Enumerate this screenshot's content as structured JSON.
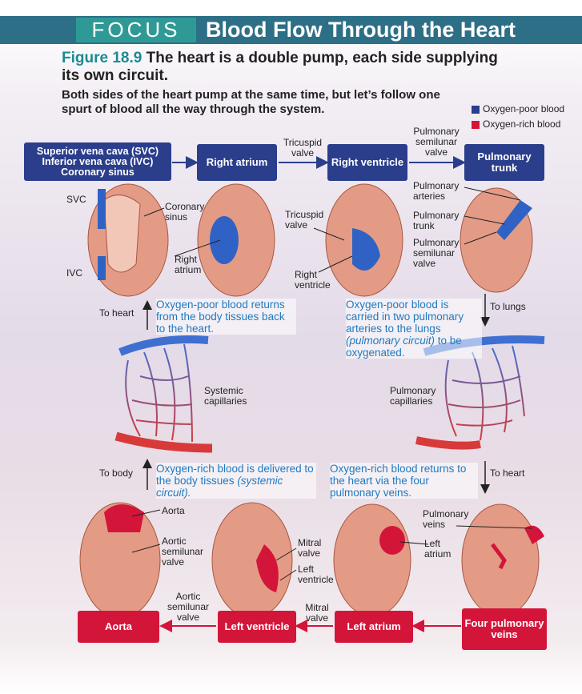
{
  "header": {
    "focus": "FOCUS",
    "title": "Blood Flow Through the Heart"
  },
  "figure": {
    "number": "Figure 18.9",
    "caption": " The heart is a double pump, each side supplying its own circuit.",
    "intro": "Both sides of the heart pump at the same time, but let’s follow one spurt of blood all the way through the system."
  },
  "legend": {
    "poor": {
      "label": "Oxygen-poor blood",
      "color": "#2b3e8c"
    },
    "rich": {
      "label": "Oxygen-rich blood",
      "color": "#d4153a"
    }
  },
  "top_boxes": {
    "svc_line1": "Superior vena cava (SVC)",
    "svc_line2": "Inferior vena cava (IVC)",
    "svc_line3": "Coronary sinus",
    "right_atrium": "Right atrium",
    "right_ventricle": "Right ventricle",
    "pulmonary_trunk": "Pulmonary trunk"
  },
  "top_valves": {
    "tricuspid": "Tricuspid valve",
    "pulm_semilunar": "Pulmonary semilunar valve"
  },
  "top_labels": {
    "svc": "SVC",
    "ivc": "IVC",
    "coronary_sinus": "Coronary sinus",
    "right_atrium": "Right atrium",
    "tricuspid": "Tricuspid valve",
    "right_ventricle": "Right ventricle",
    "pulm_arteries": "Pulmonary arteries",
    "pulm_trunk": "Pulmonary trunk",
    "pulm_semilunar": "Pulmonary semilunar valve"
  },
  "middle": {
    "to_heart_left": "To heart",
    "note_left_top": "Oxygen-poor blood returns from the body tissues back to the heart.",
    "note_right_top_a": "Oxygen-poor blood is carried in two pulmonary arteries to the lungs ",
    "note_right_top_b": "(pulmonary circuit)",
    "note_right_top_c": " to be oxygenated.",
    "to_lungs": "To lungs",
    "systemic_caps": "Systemic capillaries",
    "pulmonary_caps": "Pulmonary capillaries",
    "to_body": "To body",
    "note_left_bottom_a": "Oxygen-rich blood is delivered to the body tissues ",
    "note_left_bottom_b": "(systemic circuit).",
    "note_right_bottom": "Oxygen-rich blood returns to the heart via the four pulmonary veins.",
    "to_heart_right": "To heart"
  },
  "bottom_labels": {
    "aorta": "Aorta",
    "aortic_semilunar": "Aortic semilunar valve",
    "mitral": "Mitral valve",
    "left_ventricle": "Left ventricle",
    "pulm_veins": "Pulmonary veins",
    "left_atrium": "Left atrium"
  },
  "bottom_valves": {
    "aortic_semilunar": "Aortic semilunar valve",
    "mitral": "Mitral valve"
  },
  "bottom_boxes": {
    "aorta": "Aorta",
    "left_ventricle": "Left ventricle",
    "left_atrium": "Left atrium",
    "four_veins": "Four pulmonary veins"
  }
}
